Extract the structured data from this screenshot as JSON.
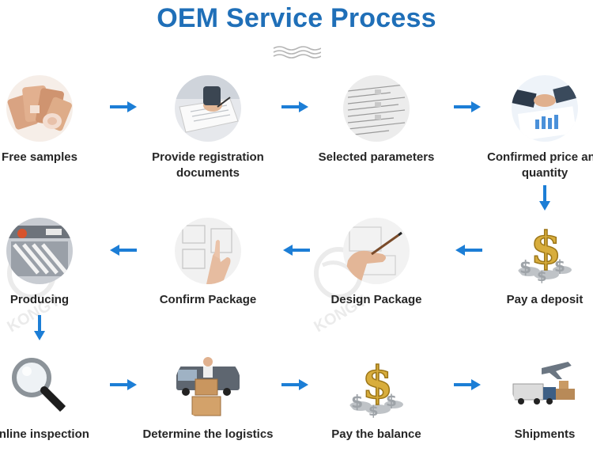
{
  "title": "OEM Service Process",
  "colors": {
    "title": "#1f6fb8",
    "arrow": "#1c7ed6",
    "label": "#262626"
  },
  "watermark": "KONGY",
  "steps": [
    {
      "id": "free-samples",
      "label": "Free samples",
      "icon": "bandage-samples-icon"
    },
    {
      "id": "registration",
      "label": "Provide registration documents",
      "icon": "documents-signing-icon"
    },
    {
      "id": "parameters",
      "label": "Selected parameters",
      "icon": "spec-sheet-icon"
    },
    {
      "id": "confirmed-price",
      "label": "Confirmed price and quantity",
      "icon": "handshake-icon"
    },
    {
      "id": "deposit",
      "label": "Pay a deposit",
      "icon": "dollar-coins-icon"
    },
    {
      "id": "design-package",
      "label": "Design Package",
      "icon": "pen-drawing-icon"
    },
    {
      "id": "confirm-package",
      "label": "Confirm Package",
      "icon": "hand-sketch-icon"
    },
    {
      "id": "producing",
      "label": "Producing",
      "icon": "production-machine-icon"
    },
    {
      "id": "inspection",
      "label": "Online inspection",
      "icon": "magnifier-icon"
    },
    {
      "id": "logistics",
      "label": "Determine the logistics",
      "icon": "delivery-boxes-icon"
    },
    {
      "id": "balance",
      "label": "Pay the balance",
      "icon": "dollar-coins-icon"
    },
    {
      "id": "shipments",
      "label": "Shipments",
      "icon": "truck-plane-icon"
    }
  ]
}
